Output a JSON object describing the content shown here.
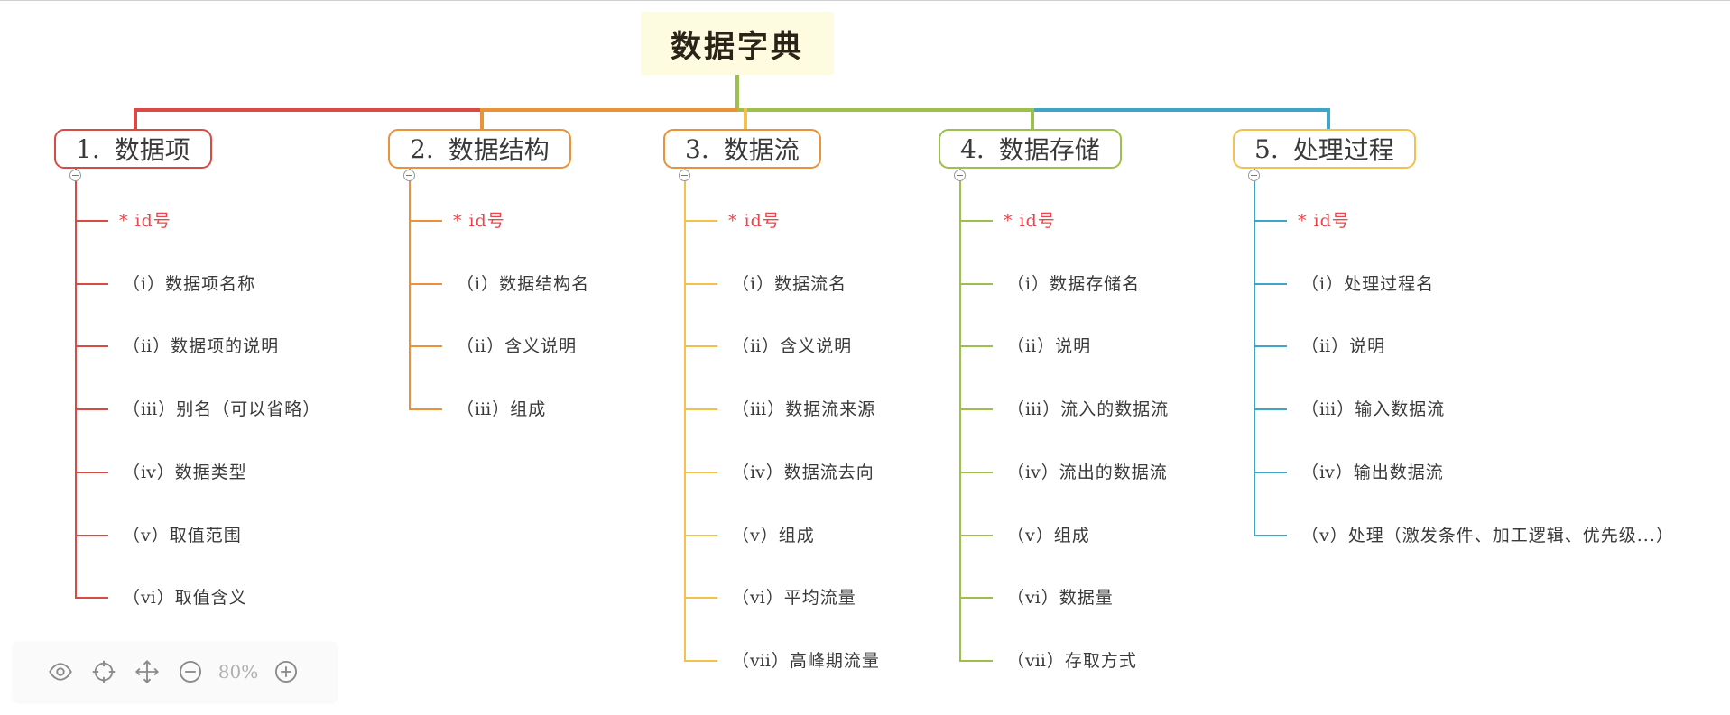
{
  "root": {
    "title": "数据字典"
  },
  "branches": [
    {
      "num": "1.",
      "label": "数据项",
      "color": "#d94a44",
      "items": [
        "* id号",
        "（ⅰ）数据项名称",
        "（ⅱ）数据项的说明",
        "（ⅲ）别名（可以省略）",
        "（ⅳ）数据类型",
        "（ⅴ）取值范围",
        "（ⅵ）取值含义"
      ]
    },
    {
      "num": "2.",
      "label": "数据结构",
      "color": "#e8923a",
      "items": [
        "* id号",
        "（ⅰ）数据结构名",
        "（ⅱ）含义说明",
        "（ⅲ）组成"
      ]
    },
    {
      "num": "3.",
      "label": "数据流",
      "color": "#f2c14e",
      "border_color": "#e8923a",
      "items": [
        "* id号",
        "（ⅰ）数据流名",
        "（ⅱ）含义说明",
        "（ⅲ）数据流来源",
        "（ⅳ）数据流去向",
        "（ⅴ）组成",
        "（ⅵ）平均流量",
        "（ⅶ）高峰期流量"
      ]
    },
    {
      "num": "4.",
      "label": "数据存储",
      "color": "#9cbf4d",
      "items": [
        "* id号",
        "（ⅰ）数据存储名",
        "（ⅱ）说明",
        "（ⅲ）流入的数据流",
        "（ⅳ）流出的数据流",
        "（ⅴ）组成",
        "（ⅵ）数据量",
        "（ⅶ）存取方式"
      ]
    },
    {
      "num": "5.",
      "label": "处理过程",
      "color": "#3fa4c8",
      "border_color": "#f2c14e",
      "items": [
        "* id号",
        "（ⅰ）处理过程名",
        "（ⅱ）说明",
        "（ⅲ）输入数据流",
        "（ⅳ）输出数据流",
        "（ⅴ）处理（激发条件、加工逻辑、优先级...）"
      ]
    }
  ],
  "toolbar": {
    "zoom_level": "80%",
    "icons": [
      "eye-icon",
      "crosshair-icon",
      "move-icon",
      "zoom-out-icon",
      "zoom-in-icon"
    ]
  }
}
